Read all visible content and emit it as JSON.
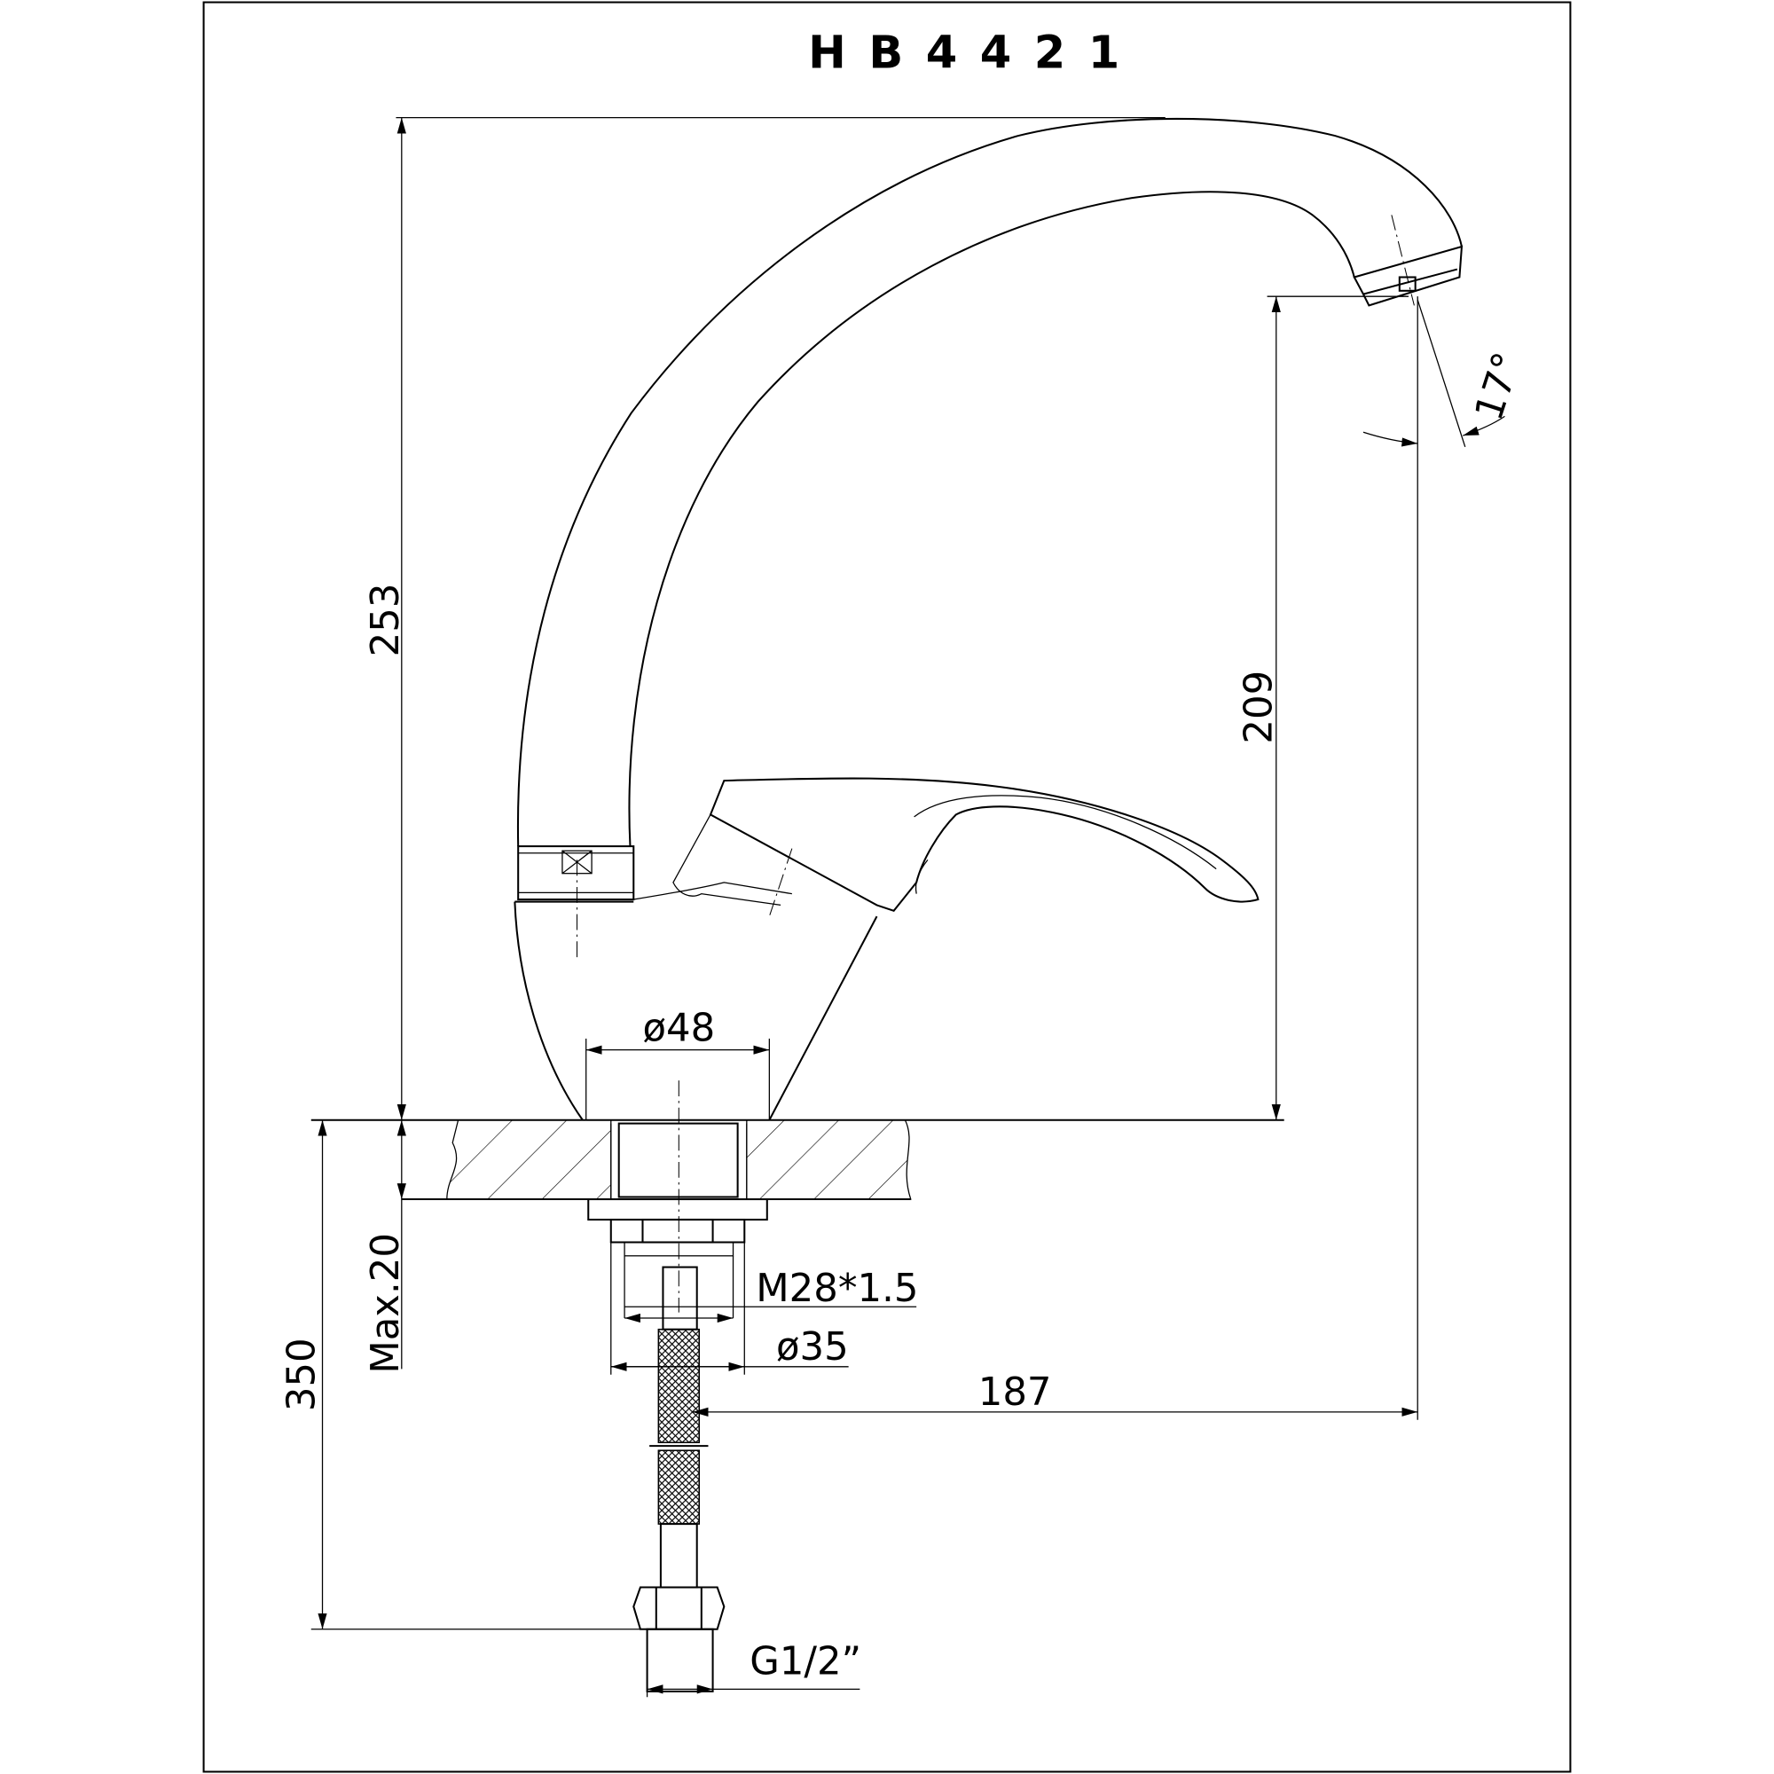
{
  "title": "HB4421",
  "dimensions": {
    "overall_height": "253",
    "spout_height": "209",
    "spout_reach": "187",
    "spout_angle": "17°",
    "base_diameter": "ø48",
    "max_counter_thickness": "Max.20",
    "hose_length": "350",
    "thread": "M28*1.5",
    "mount_diameter": "ø35",
    "connection": "G1/2”"
  }
}
